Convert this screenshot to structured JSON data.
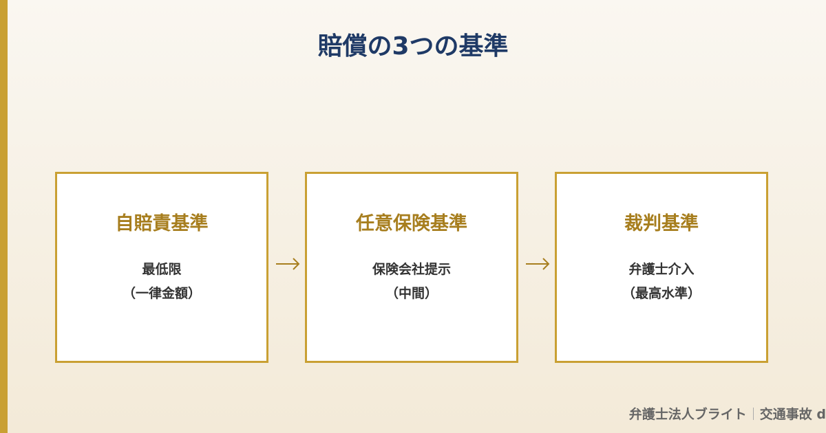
{
  "title": "賠償の3つの基準",
  "accent_color": "#c9a033",
  "title_color": "#1f3a66",
  "standards": [
    {
      "name": "自賠責基準",
      "line1": "最低限",
      "line2": "（一律金額）"
    },
    {
      "name": "任意保険基準",
      "line1": "保険会社提示",
      "line2": "（中間）"
    },
    {
      "name": "裁判基準",
      "line1": "弁護士介入",
      "line2": "（最高水準）"
    }
  ],
  "footer": {
    "firm": "弁護士法人ブライト",
    "site": "交通事故 d"
  }
}
